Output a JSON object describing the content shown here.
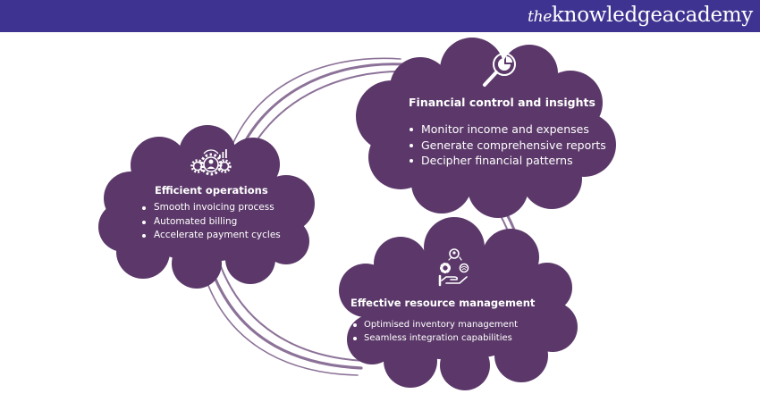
{
  "brand": {
    "logo_prefix": "the",
    "logo_text": "knowledgeacademy",
    "header_color": "#3f3391"
  },
  "colors": {
    "cloud": "#5b3869",
    "ring": "#8c7298",
    "text": "#ffffff"
  },
  "diagram": {
    "nodes": [
      {
        "id": "financial",
        "icon": "magnifier-pie-chart-icon",
        "title": "Financial control and insights",
        "items": [
          "Monitor income and expenses",
          "Generate comprehensive reports",
          "Decipher financial patterns"
        ]
      },
      {
        "id": "efficient",
        "icon": "gears-user-chart-icon",
        "title": "Efficient operations",
        "items": [
          "Smooth invoicing process",
          "Automated billing",
          "Accelerate payment cycles"
        ]
      },
      {
        "id": "resource",
        "icon": "hand-resources-icon",
        "title": "Effective resource management",
        "items": [
          "Optimised inventory management",
          "Seamless integration capabilities"
        ]
      }
    ]
  }
}
